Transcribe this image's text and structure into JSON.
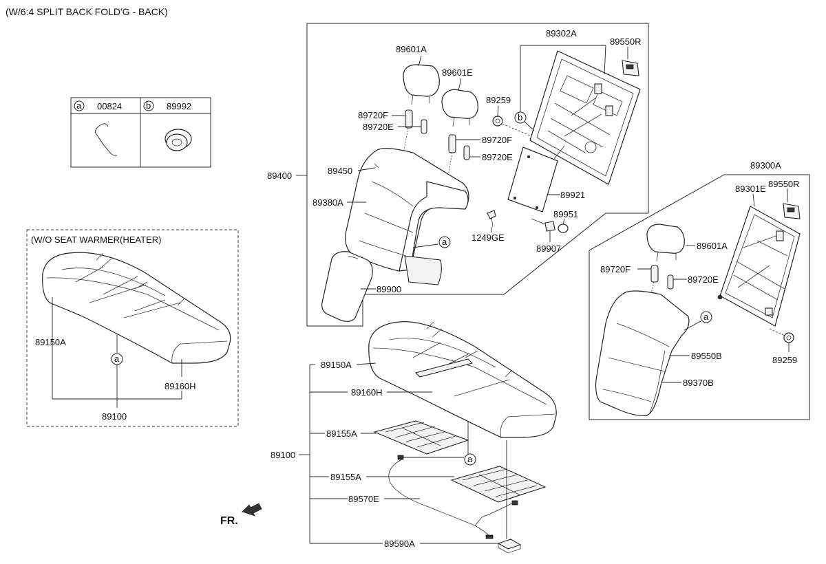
{
  "title": "(W/6:4 SPLIT BACK FOLD'G - BACK)",
  "legend": {
    "a_marker": "a",
    "a_code": "00824",
    "b_marker": "b",
    "b_code": "89992"
  },
  "heater_box": {
    "title": "(W/O SEAT WARMER(HEATER)",
    "label_89150A": "89150A",
    "label_89160H": "89160H",
    "label_89100": "89100",
    "marker_a": "a"
  },
  "back_assembly_left": {
    "label_89400": "89400",
    "label_89601A": "89601A",
    "label_89601E": "89601E",
    "label_89720F_1": "89720F",
    "label_89720E_1": "89720E",
    "label_89720F_2": "89720F",
    "label_89720E_2": "89720E",
    "label_89450": "89450",
    "label_89380A": "89380A",
    "label_89900": "89900",
    "label_89259": "89259",
    "label_89302A": "89302A",
    "label_89550R": "89550R",
    "label_89921": "89921",
    "label_89951": "89951",
    "label_1249GE": "1249GE",
    "label_89907": "89907",
    "marker_a": "a",
    "marker_b": "b"
  },
  "back_assembly_right": {
    "label_89300A": "89300A",
    "label_89301E": "89301E",
    "label_89550R": "89550R",
    "label_89601A": "89601A",
    "label_89720F": "89720F",
    "label_89720E": "89720E",
    "label_89550B": "89550B",
    "label_89370B": "89370B",
    "label_89259": "89259",
    "marker_a": "a"
  },
  "cushion_assembly": {
    "label_89150A": "89150A",
    "label_89160H": "89160H",
    "label_89155A_1": "89155A",
    "label_89100": "89100",
    "label_89155A_2": "89155A",
    "label_89570E": "89570E",
    "label_89590A": "89590A",
    "marker_a": "a"
  },
  "direction_label": "FR."
}
